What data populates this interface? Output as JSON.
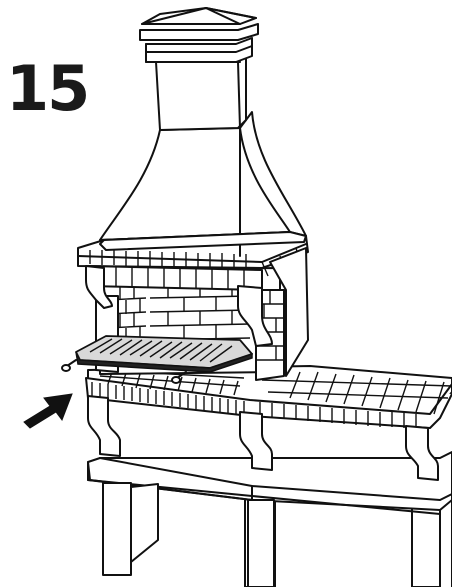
{
  "step": {
    "number": "15"
  },
  "illustration": {
    "subject": "barbecue-with-side-counter",
    "arrow_direction": "up-right",
    "colors": {
      "line": "#111111",
      "fill": "#ffffff",
      "shade": "#d9d9d9"
    }
  }
}
